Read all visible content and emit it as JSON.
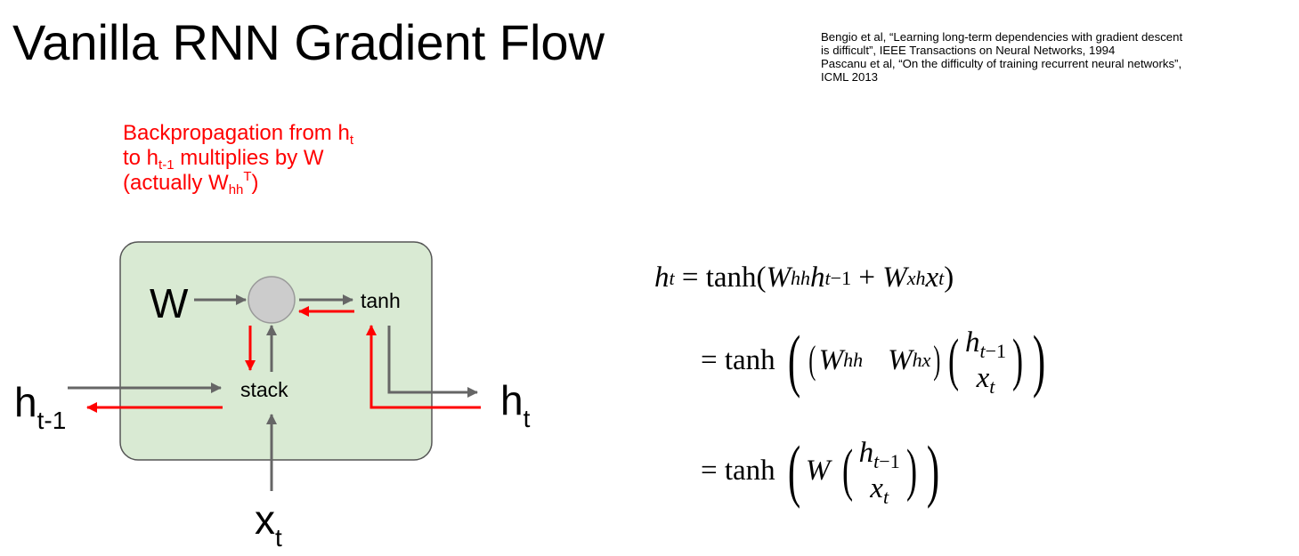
{
  "title": "Vanilla RNN Gradient Flow",
  "references": [
    "Bengio et al, “Learning long-term dependencies with gradient descent",
    "is difficult”, IEEE Transactions on Neural Networks, 1994",
    "Pascanu et al, “On the difficulty of training recurrent neural networks”,",
    "ICML 2013"
  ],
  "annotation": {
    "line1_prefix": "Backpropagation from h",
    "line1_sub": "t",
    "line2_prefix": "to h",
    "line2_sub": "t-1",
    "line2_suffix": " multiplies by W",
    "line3_prefix": "(actually W",
    "line3_sub": "hh",
    "line3_sup": "T",
    "line3_suffix": ")"
  },
  "diagram": {
    "input_w": "W",
    "stack_label": "stack",
    "tanh_label": "tanh",
    "h_prev_main": "h",
    "h_prev_sub": "t-1",
    "h_out_main": "h",
    "h_out_sub": "t",
    "x_main": "x",
    "x_sub": "t"
  },
  "equation": {
    "line1": "h_t = tanh(W_hh h_{t-1} + W_xh x_t)",
    "line2": "= tanh((W_hh  W_hx)(h_{t-1}; x_t))",
    "line3": "= tanh(W (h_{t-1}; x_t))"
  },
  "colors": {
    "box_fill": "#d9ead3",
    "box_stroke": "#555555",
    "forward_arrow": "#666666",
    "backward_arrow": "#ff0000",
    "node_fill": "#cccccc",
    "annotation_text": "#ff0000"
  }
}
